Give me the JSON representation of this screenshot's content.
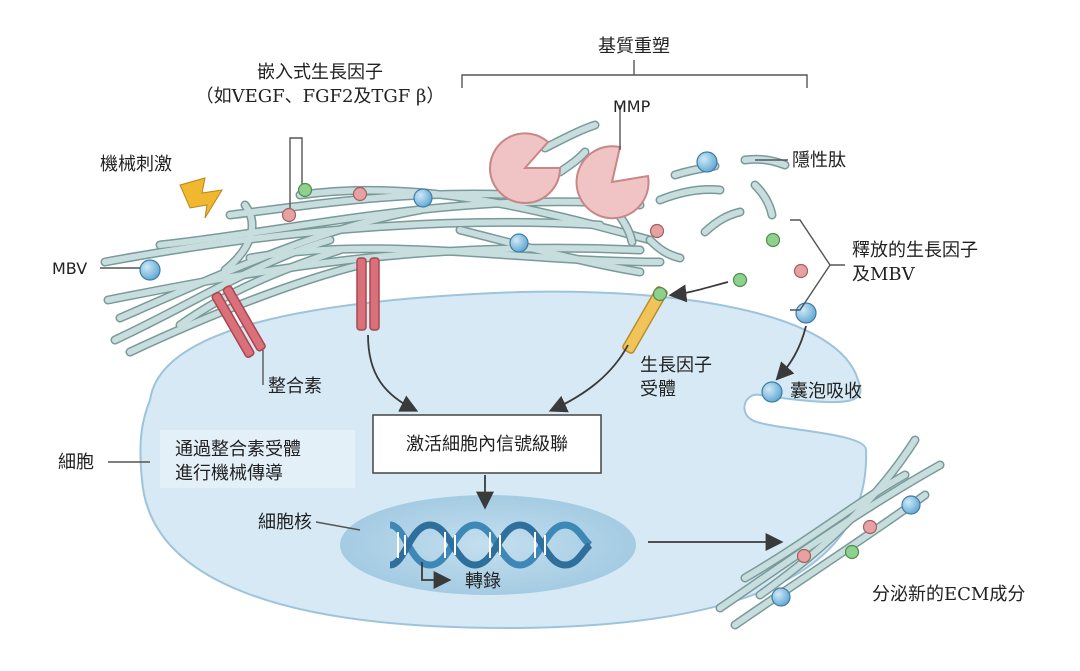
{
  "labels": {
    "matrix_remodeling": "基質重塑",
    "embedded_gf_line1": "嵌入式生長因子",
    "embedded_gf_line2": "（如VEGF、FGF2及TGF β）",
    "mmp": "MMP",
    "cryptic_peptide": "隱性肽",
    "mechanical_stimulus": "機械刺激",
    "mbv": "MBV",
    "released_gf_line1": "釋放的生長因子",
    "released_gf_line2": "及MBV",
    "integrin": "整合素",
    "gf_receptor_line1": "生長因子",
    "gf_receptor_line2": "受體",
    "endocytosis": "囊泡吸收",
    "signaling_cascade": "激活細胞內信號級聯",
    "cell": "細胞",
    "mechanotransduction_line1": "通過整合素受體",
    "mechanotransduction_line2": "進行機械傳導",
    "nucleus": "細胞核",
    "transcription": "轉錄",
    "new_ecm": "分泌新的ECM成分"
  },
  "colors": {
    "fiber_fill": "#c8dede",
    "fiber_stroke": "#7a9a9a",
    "cell_fill": "#d6e9f5",
    "nucleus_fill": "#a9cde4",
    "mbv": "#8fc6e6",
    "growth_factor_green": "#8ed08e",
    "growth_factor_pink": "#e6a2a2",
    "integrin": "#d9707a",
    "receptor": "#f1c45a",
    "mmp": "#f0c4c4",
    "dna": "#3e88b8"
  }
}
